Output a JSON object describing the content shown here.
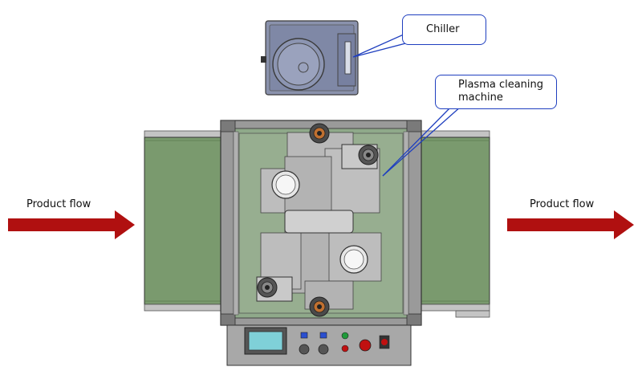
{
  "labels": {
    "chiller": "Chiller",
    "plasma_line1": "Plasma cleaning",
    "plasma_line2": "machine",
    "product_flow_left": "Product flow",
    "product_flow_right": "Product flow"
  },
  "colors": {
    "arrow": "#b01010",
    "conveyor": "#7a9a6e",
    "frame": "#8a8a8a",
    "plate": "#b4b4b4",
    "callout_border": "#1f3fbf",
    "chiller_body": "#7f88a6"
  }
}
